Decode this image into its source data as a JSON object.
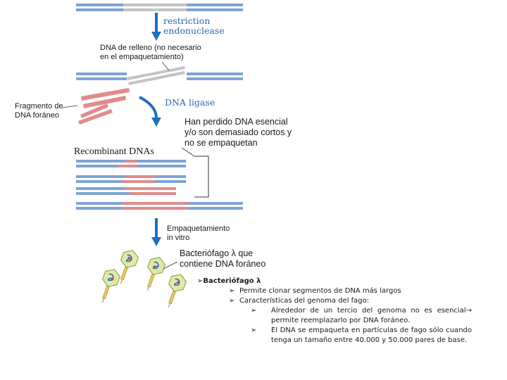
{
  "labels": {
    "restriction_line1": "restriction",
    "restriction_line2": "endonuclease",
    "filler_line1": "DNA de relleno (no necesario",
    "filler_line2": "en el empaquetamiento)",
    "foreign_line1": "Fragmento de",
    "foreign_line2": "DNA foráneo",
    "ligase": "DNA ligase",
    "lost_line1": "Han perdido DNA esencial",
    "lost_line2": "y/o son demasiado cortos y",
    "lost_line3": "no se empaquetan",
    "recombinant": "Recombinant DNAs",
    "packaging_line1": "Empaquetamiento",
    "packaging_line2": "in vitro",
    "phage_line1": "Bacteriófago λ que",
    "phage_line2": "contiene DNA foráneo"
  },
  "bullets": {
    "marker": "➢",
    "arrow": "→",
    "title": "Bacteriófago λ",
    "item1": "Permite clonar segmentos de DNA más largos",
    "item2": "Características del genoma del fago:",
    "sub1_a": "Alrededor de un tercio del genoma no es esencial",
    "sub1_b": "permite reemplazarlo por DNA foráneo.",
    "sub2": "El DNA se empaqueta en partículas de fago sólo cuando tenga un tamaño entre 40.000 y 50.000 pares de base."
  },
  "colors": {
    "vector_dna": "#7ea4d6",
    "filler_dna": "#c4c4c4",
    "foreign_dna": "#e08c8c",
    "arrow": "#1e6fc0",
    "phage_head": "#dfe9a8",
    "phage_tail": "#e4c86a"
  }
}
